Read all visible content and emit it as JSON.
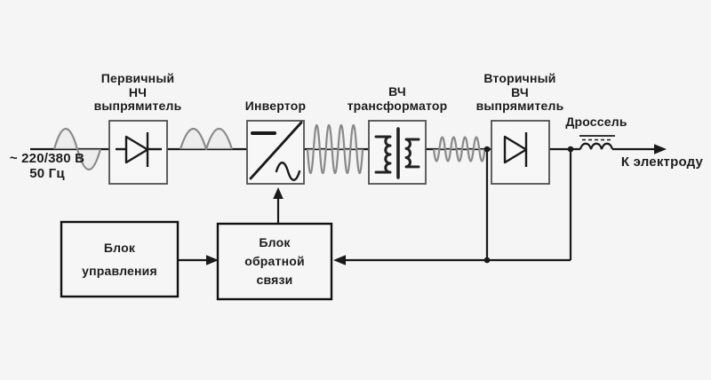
{
  "diagram": {
    "type": "block-diagram",
    "subject": "inverter-welding-power-supply",
    "colors": {
      "background": "#f5f5f5",
      "line": "#1a1a1a",
      "wave_stroke": "#8a8a8a",
      "wave_fill": "#e6e6e6",
      "component_box_border": "#4f4f4f",
      "unit_box_border": "#111111",
      "text": "#1c1c1c"
    },
    "input": {
      "label": "~ 220/380 В\n50 Гц"
    },
    "blocks": {
      "primary_rectifier": "Первичный\nНЧ\nвыпрямитель",
      "inverter": "Инвертор",
      "hf_transformer": "ВЧ\nтрансформатор",
      "secondary_rectifier": "Вторичный\nВЧ\nвыпрямитель",
      "choke": "Дроссель",
      "control_unit": "Блок\nуправления",
      "feedback_unit": "Блок\nобратной\nсвязи"
    },
    "output": {
      "label": "К электроду"
    },
    "icons": {
      "diode": "triangle-with-bar (▷|)",
      "dc_ac_converter": "dash / sine (⎓/∿)",
      "transformer": "coil-core-coil (3|E)",
      "inductor": "three-bump coil with core line",
      "input_wave": "one sine cycle ∿",
      "rectified_wave": "two half-sine humps",
      "hf_wave": "dense high-frequency sine burst",
      "hf_wave_small": "low-amplitude high-frequency sine burst"
    }
  }
}
